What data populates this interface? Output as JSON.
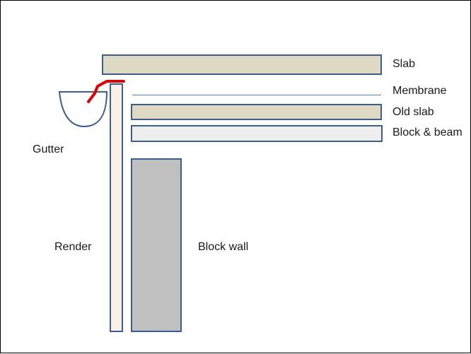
{
  "labels": {
    "slab": "Slab",
    "membrane": "Membrane",
    "old_slab": "Old slab",
    "block_beam": "Block & beam",
    "gutter": "Gutter",
    "render": "Render",
    "block_wall": "Block wall"
  },
  "colors": {
    "outline": "#3b5e8c",
    "slab_fill": "#ddd9c4",
    "old_slab_fill": "#ddd9c4",
    "block_beam_fill": "#eeeeee",
    "render_fill": "#fbf0e6",
    "block_wall_fill": "#c0c0c0",
    "membrane_line": "#4f7fbf",
    "flashing": "#e00000"
  }
}
